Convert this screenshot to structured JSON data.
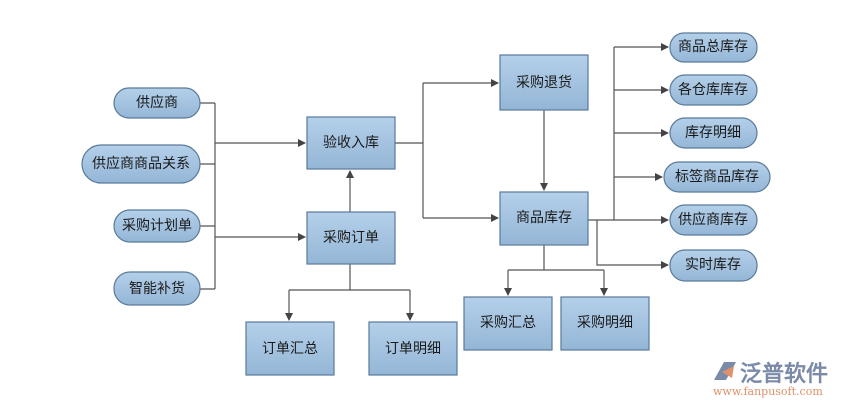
{
  "diagram": {
    "inputs": [
      "供应商",
      "供应商商品关系",
      "采购计划单",
      "智能补货"
    ],
    "receiving": "验收入库",
    "purchase_order": "采购订单",
    "order_summary": "订单汇总",
    "order_detail": "订单明细",
    "purchase_return": "采购退货",
    "inventory": "商品库存",
    "purchase_summary": "采购汇总",
    "purchase_detail": "采购明细",
    "outputs": [
      "商品总库存",
      "各仓库库存",
      "库存明细",
      "标签商品库存",
      "供应商库存",
      "实时库存"
    ]
  },
  "logo": {
    "name": "泛普软件",
    "url": "www.fanpusoft.com"
  },
  "colors": {
    "node_fill": "#a5c3df",
    "node_border": "#5b7a99",
    "line": "#555555"
  }
}
